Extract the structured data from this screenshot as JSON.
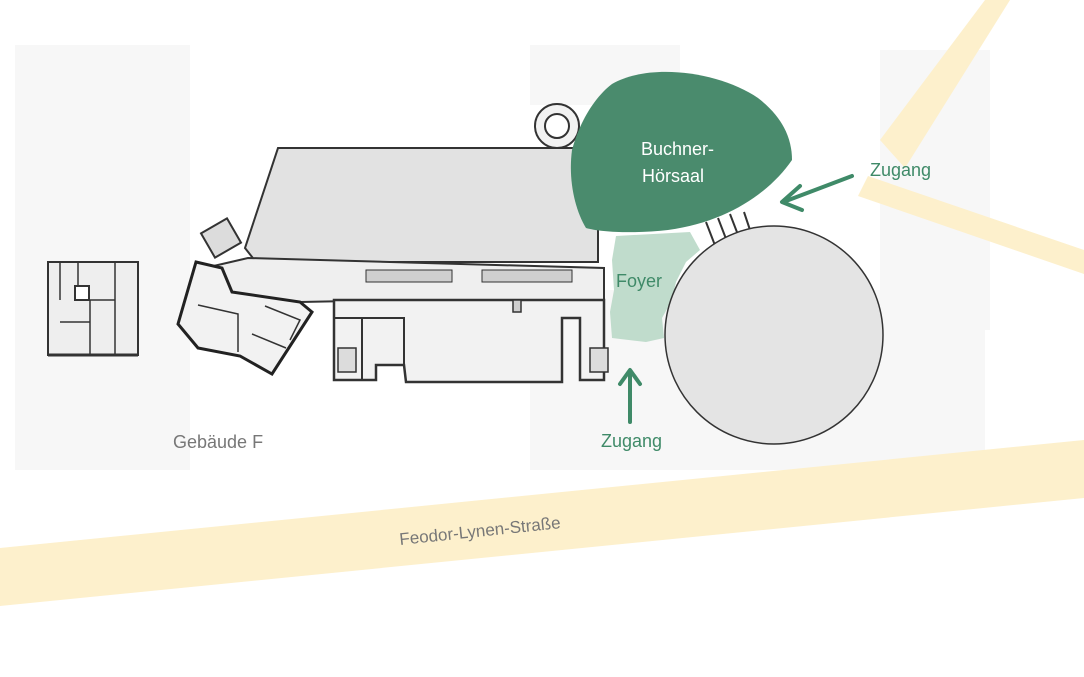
{
  "map": {
    "labels": {
      "lecture_hall": [
        "Buchner-",
        "Hörsaal"
      ],
      "entrance_east": "Zugang",
      "entrance_south": "Zugang",
      "foyer": "Foyer",
      "building": "Gebäude F",
      "street": "Feodor-Lynen-Straße"
    },
    "colors": {
      "hall_fill": "#4a8b6d",
      "accent_text": "#3f8a68",
      "foyer_fill": "#b9d8c6",
      "road": "#fdf0cc",
      "building_fill": "#eeeeee",
      "roof_fill": "#e2e2e2",
      "rotunda_fill": "#e4e4e4",
      "label_gray": "#777777"
    }
  }
}
